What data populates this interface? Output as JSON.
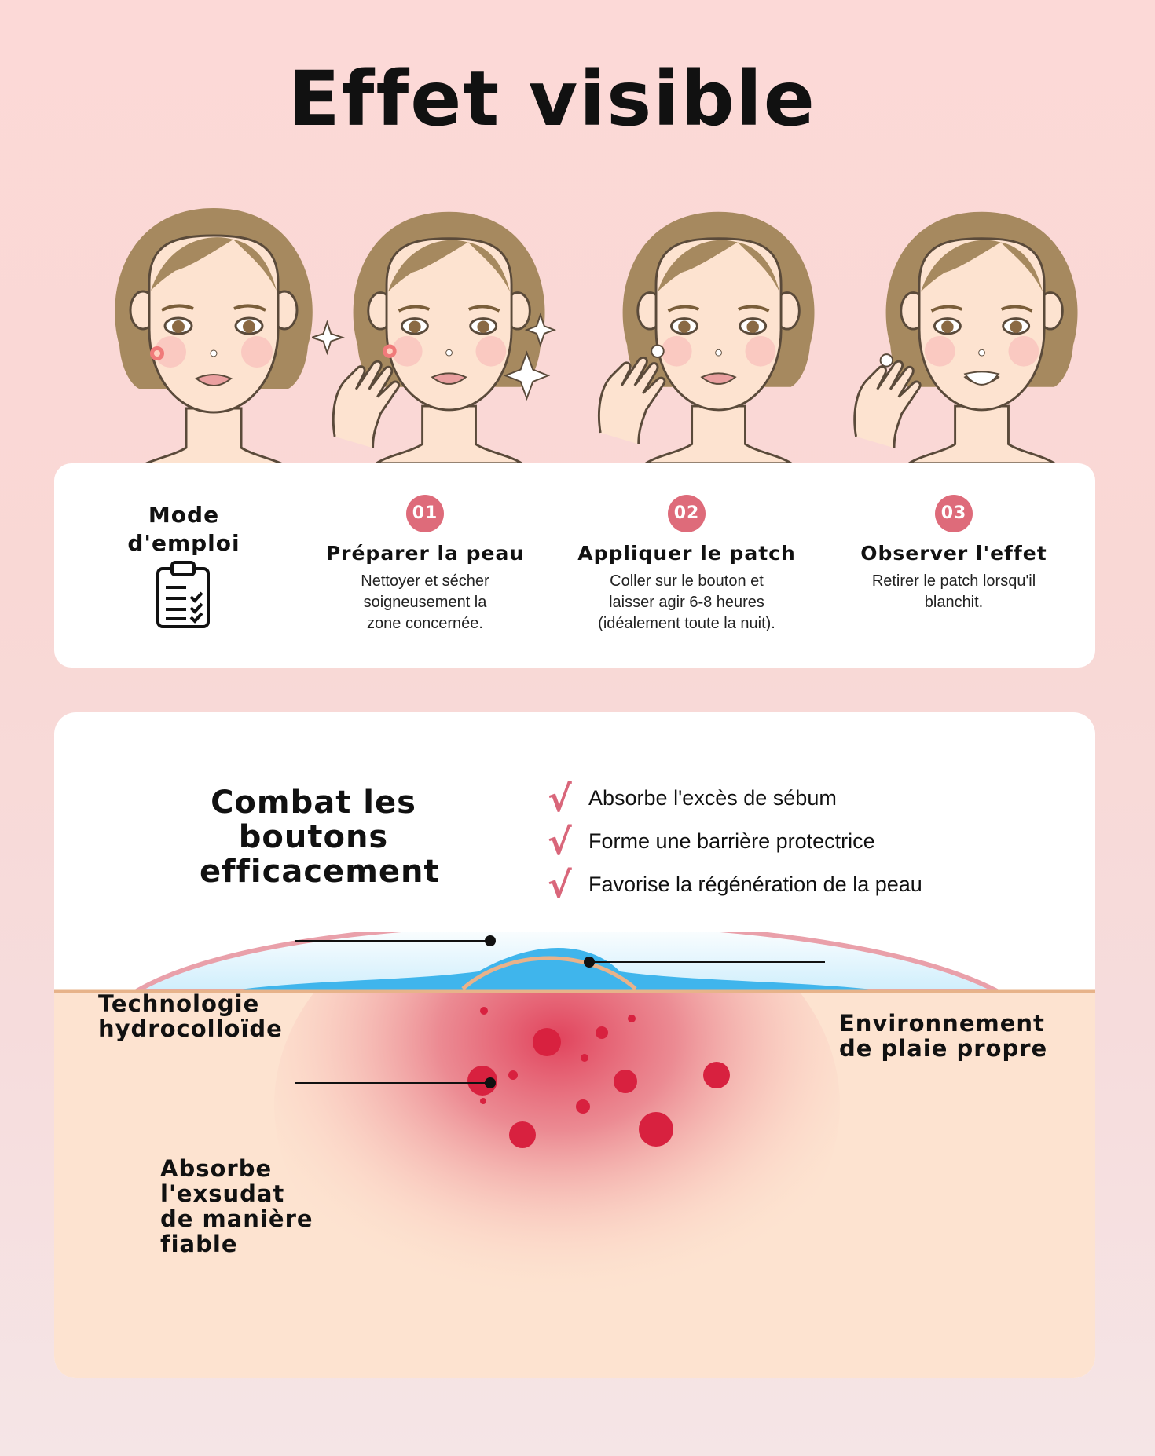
{
  "title": "Effet visible",
  "illustrations": {
    "faces": [
      "face-with-pimple-icon",
      "face-cleaning-icon",
      "face-applying-patch-icon",
      "face-happy-removing-patch-icon"
    ]
  },
  "instructions": {
    "heading": "Mode d'emploi",
    "steps": [
      {
        "number": "01",
        "title": "Préparer la peau",
        "desc": "Nettoyer et sécher\nsoigneusement la\nzone concernée."
      },
      {
        "number": "02",
        "title": "Appliquer le patch",
        "desc": "Coller sur le bouton et\nlaisser agir 6-8 heures\n(idéalement toute la nuit)."
      },
      {
        "number": "03",
        "title": "Observer l'effet",
        "desc": "Retirer le patch lorsqu'il\nblanchit."
      }
    ]
  },
  "benefits": {
    "heading": "Combat les boutons efficacement",
    "items": [
      "Absorbe l'excès de sébum",
      "Forme une barrière protectrice",
      "Favorise la régénération de la peau"
    ]
  },
  "diagram": {
    "labels": {
      "hydrocolloid": "Technologie\nhydrocolloïde",
      "clean": "Environnement\nde plaie propre",
      "absorbs": "Absorbe\nl'exsudat\nde manière\nfiable"
    }
  },
  "colors": {
    "accent": "#de6b7a",
    "hair": "#a6895f",
    "skin": "#fde3d0",
    "patch": "#3fb5ec"
  }
}
